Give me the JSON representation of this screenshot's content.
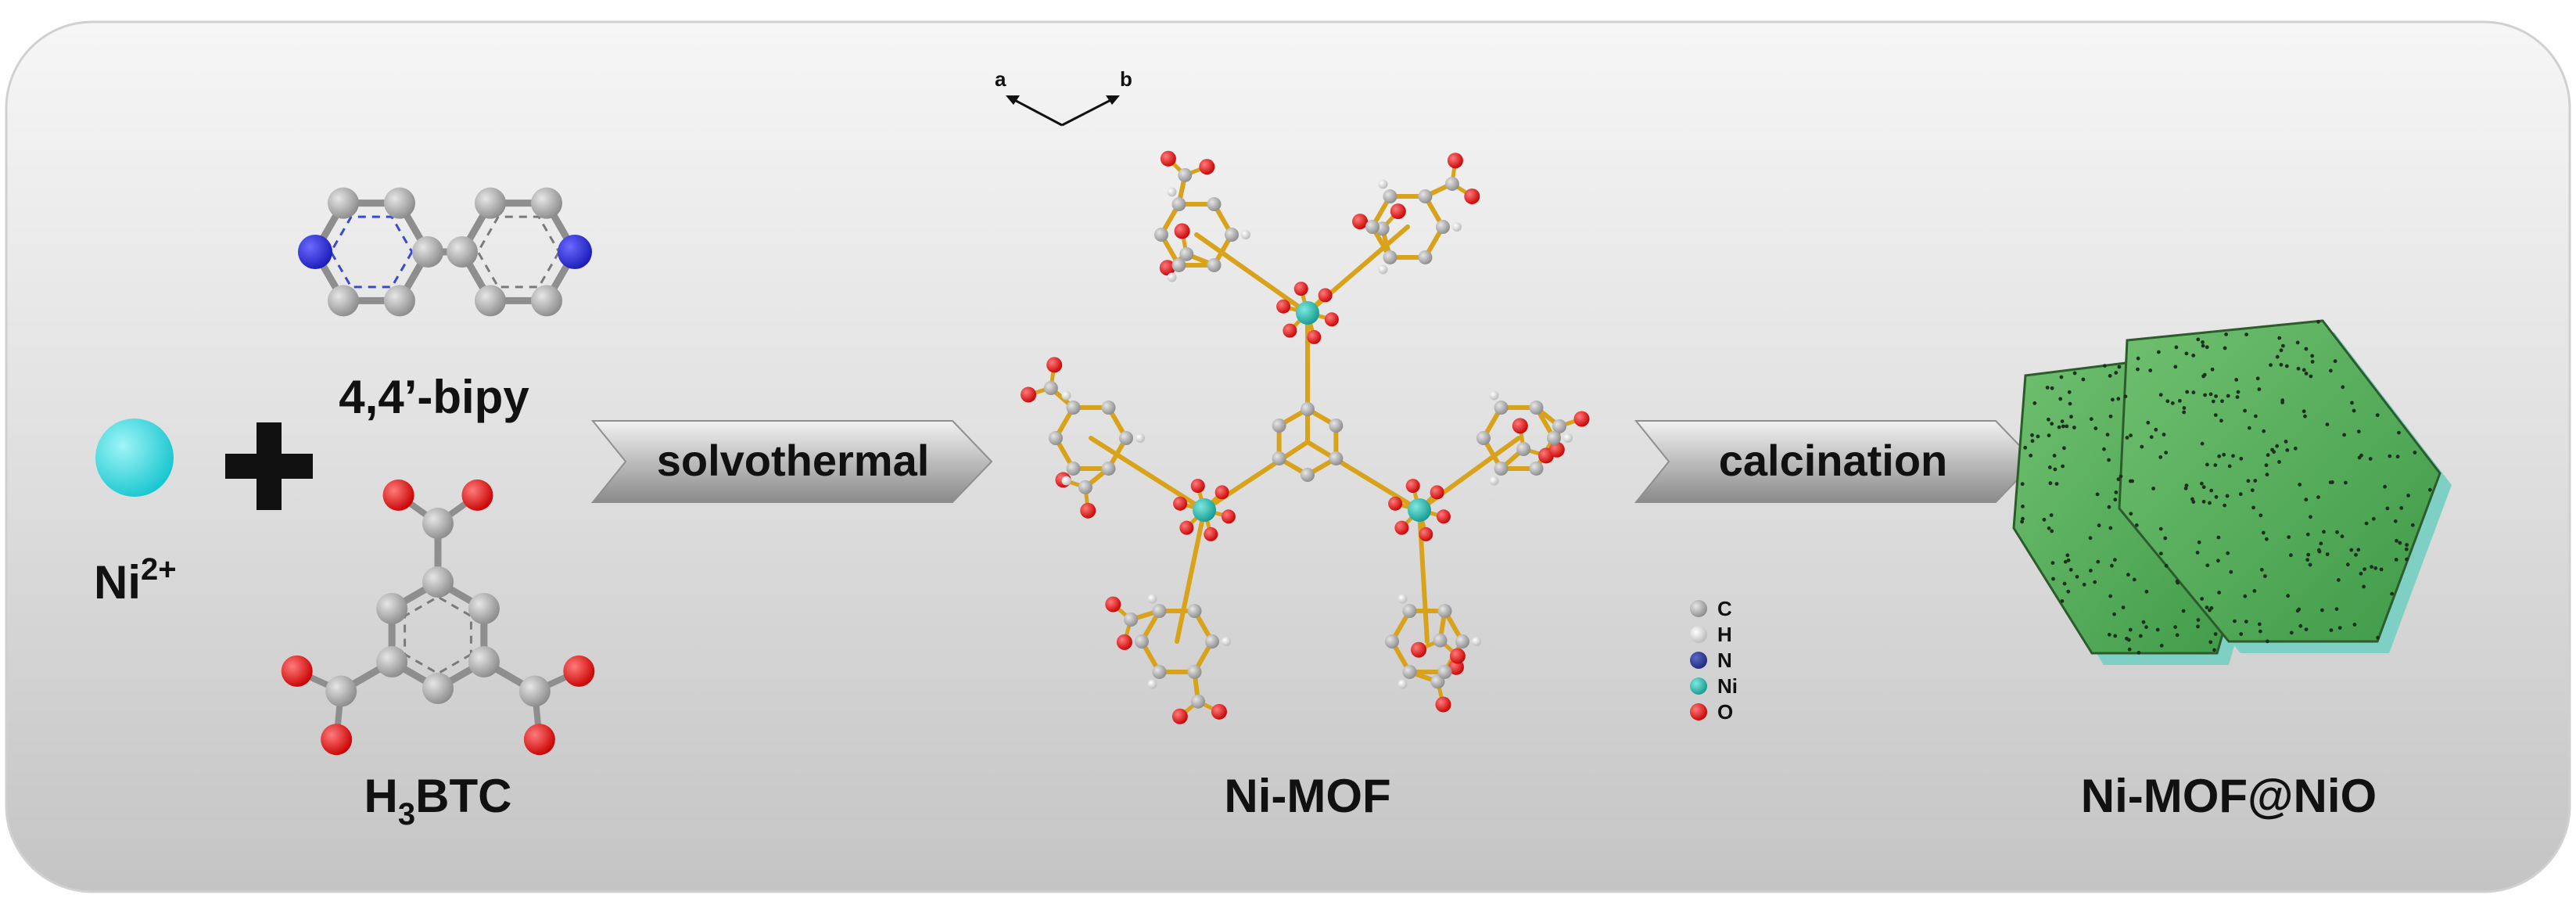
{
  "labels": {
    "ni_ion": "Ni",
    "ni_ion_charge": "2+",
    "bipy": "4,4’-bipy",
    "btc_h": "H",
    "btc_sub": "3",
    "btc_rest": "BTC",
    "mof": "Ni-MOF",
    "product": "Ni-MOF@NiO"
  },
  "arrows": {
    "solvothermal": "solvothermal",
    "calcination": "calcination"
  },
  "axes": {
    "a": "a",
    "b": "b"
  },
  "legend": [
    {
      "symbol": "C",
      "color": "#9a9a9a"
    },
    {
      "symbol": "H",
      "color": "#d8d8d8"
    },
    {
      "symbol": "N",
      "color": "#2a3a9a"
    },
    {
      "symbol": "Ni",
      "color": "#20b2a8"
    },
    {
      "symbol": "O",
      "color": "#e01010"
    }
  ],
  "colors": {
    "panel_light": "#f4f4f4",
    "panel_dark": "#c6c6c6",
    "ni_ion": "#35e0e6",
    "carbon": "#9a9a9a",
    "nitrogen": "#2a2ad8",
    "oxygen": "#e01010",
    "bond_mof": "#d9a21b",
    "nio_green": "#5cae5c"
  }
}
